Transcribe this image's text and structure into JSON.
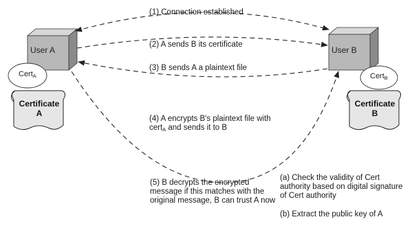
{
  "user_a": {
    "label": "User A",
    "cert_main": "Cert",
    "cert_sub": "A",
    "scroll_line1": "Certificate",
    "scroll_line2": "A"
  },
  "user_b": {
    "label": "User B",
    "cert_main": "Cert",
    "cert_sub": "B",
    "scroll_line1": "Certificate",
    "scroll_line2": "B"
  },
  "steps": {
    "s1": "(1) Connection established",
    "s2": "(2) A sends B its certificate",
    "s3": "(3) B sends A a plaintext file",
    "s4_line1": "(4) A encrypts B's plaintext file with",
    "s4_line2_pre": "cert",
    "s4_line2_sub": "A",
    "s4_line2_post": " and sends it to B",
    "s5": "(5) B decrypts the encrypted message if this matches with the original message, B can trust A now",
    "sa": "(a) Check the validity of Cert authority based on digital signature of Cert authority",
    "sb": "(b) Extract the public key of A"
  },
  "colors": {
    "box_face": "#b8b8b8",
    "box_side": "#8a8a8a",
    "box_top": "#d8d8d8",
    "scroll_fill": "#e6e6e6",
    "line": "#222222"
  }
}
